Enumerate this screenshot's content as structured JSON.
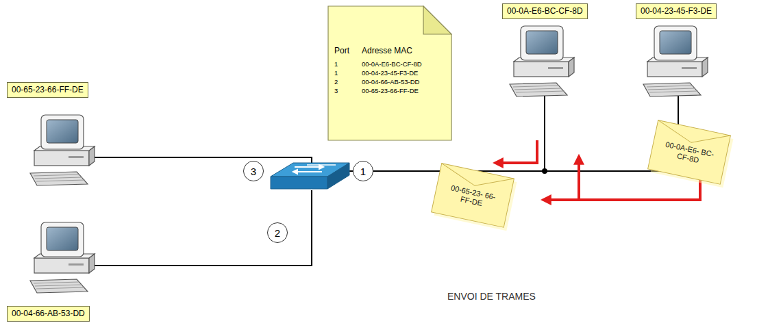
{
  "diagram": {
    "nodes": [
      {
        "text": [
          "Port",
          "Adresse MAC",
          "1",
          "00-0A-E6-BC-CF-8D",
          "1",
          "00-04-23-45-F3-DE",
          "2",
          "00-04-66-AB-53-DD",
          "3",
          "00-65-23-66-FF-DE"
        ]
      },
      {
        "text": [
          "00-0A-E6-BC-CF-8D"
        ]
      },
      {
        "text": [
          "00-04-23-45-F3-DE"
        ]
      },
      {
        "text": [
          "00-65-23-66-FF-DE"
        ]
      },
      {
        "text": [
          "3"
        ]
      },
      {
        "text": [
          "1"
        ]
      },
      {
        "text": [
          "00-65-23- 66-FF-DE"
        ]
      },
      {
        "text": [
          "00-0A-E6- BC-CF-8D"
        ]
      },
      {
        "text": [
          "2"
        ]
      },
      {
        "text": [
          "00-04-66-AB-53-DD"
        ]
      }
    ],
    "labels": [
      "ENVOI DE TRAMES"
    ]
  }
}
